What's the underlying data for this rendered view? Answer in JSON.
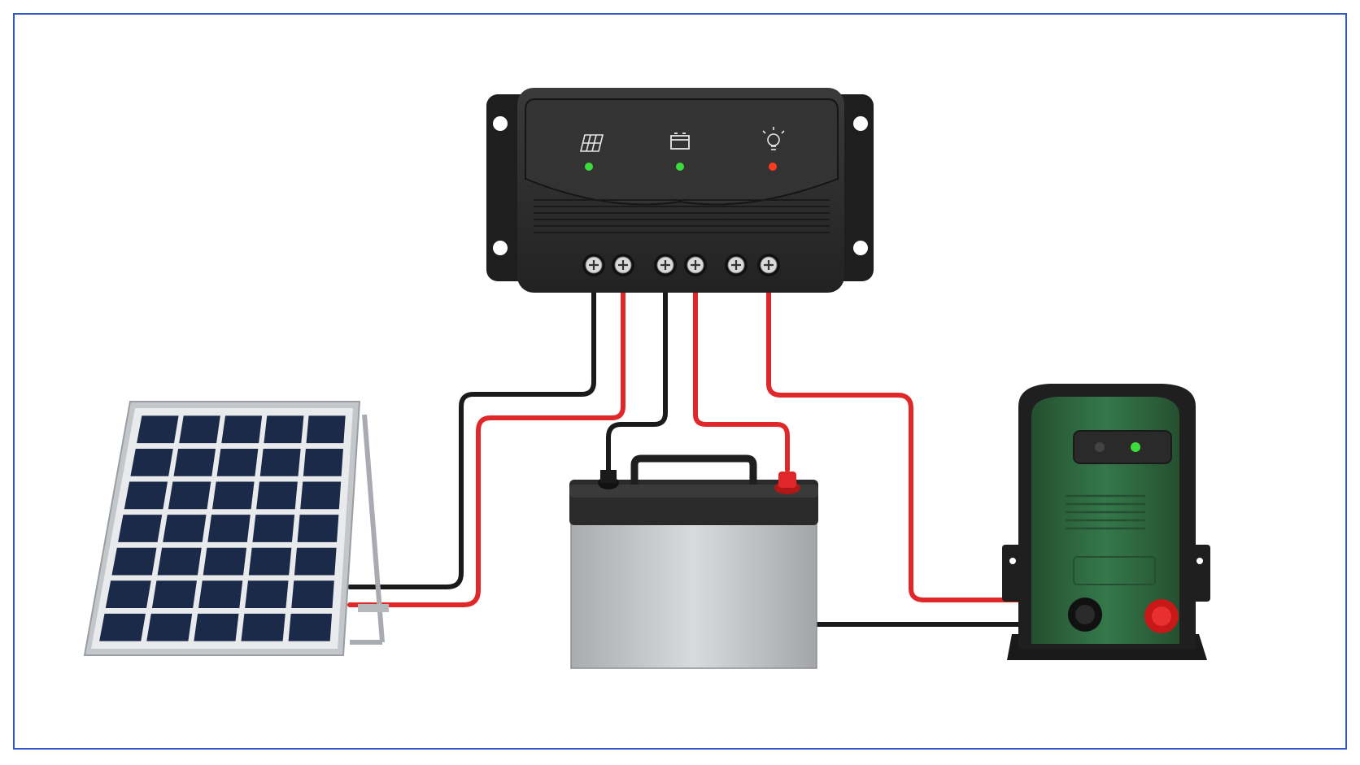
{
  "colors": {
    "frame_border": "#2f55c8",
    "cable_positive": "#e0282a",
    "cable_negative": "#1a1a1a",
    "controller_body": "#2b2b2b",
    "panel_cell": "#1c2a4a",
    "panel_frame": "#b9bcc0",
    "battery_body": "#c4c6c9",
    "battery_top": "#2a2a2a",
    "energizer_body": "#2f6a3e",
    "led_green": "#3ddc3d",
    "led_red": "#ff3b1f"
  },
  "controller": {
    "indicators": [
      {
        "icon": "solar-panel-icon",
        "led": "green"
      },
      {
        "icon": "battery-icon",
        "led": "green"
      },
      {
        "icon": "light-bulb-icon",
        "led": "red"
      }
    ],
    "terminals": [
      "solar-negative",
      "solar-positive",
      "battery-negative",
      "battery-positive",
      "load-negative",
      "load-positive"
    ]
  },
  "components": [
    "charge-controller",
    "solar-panel",
    "battery",
    "fence-energizer"
  ],
  "panel": {
    "rows": 7,
    "cols": 5
  }
}
